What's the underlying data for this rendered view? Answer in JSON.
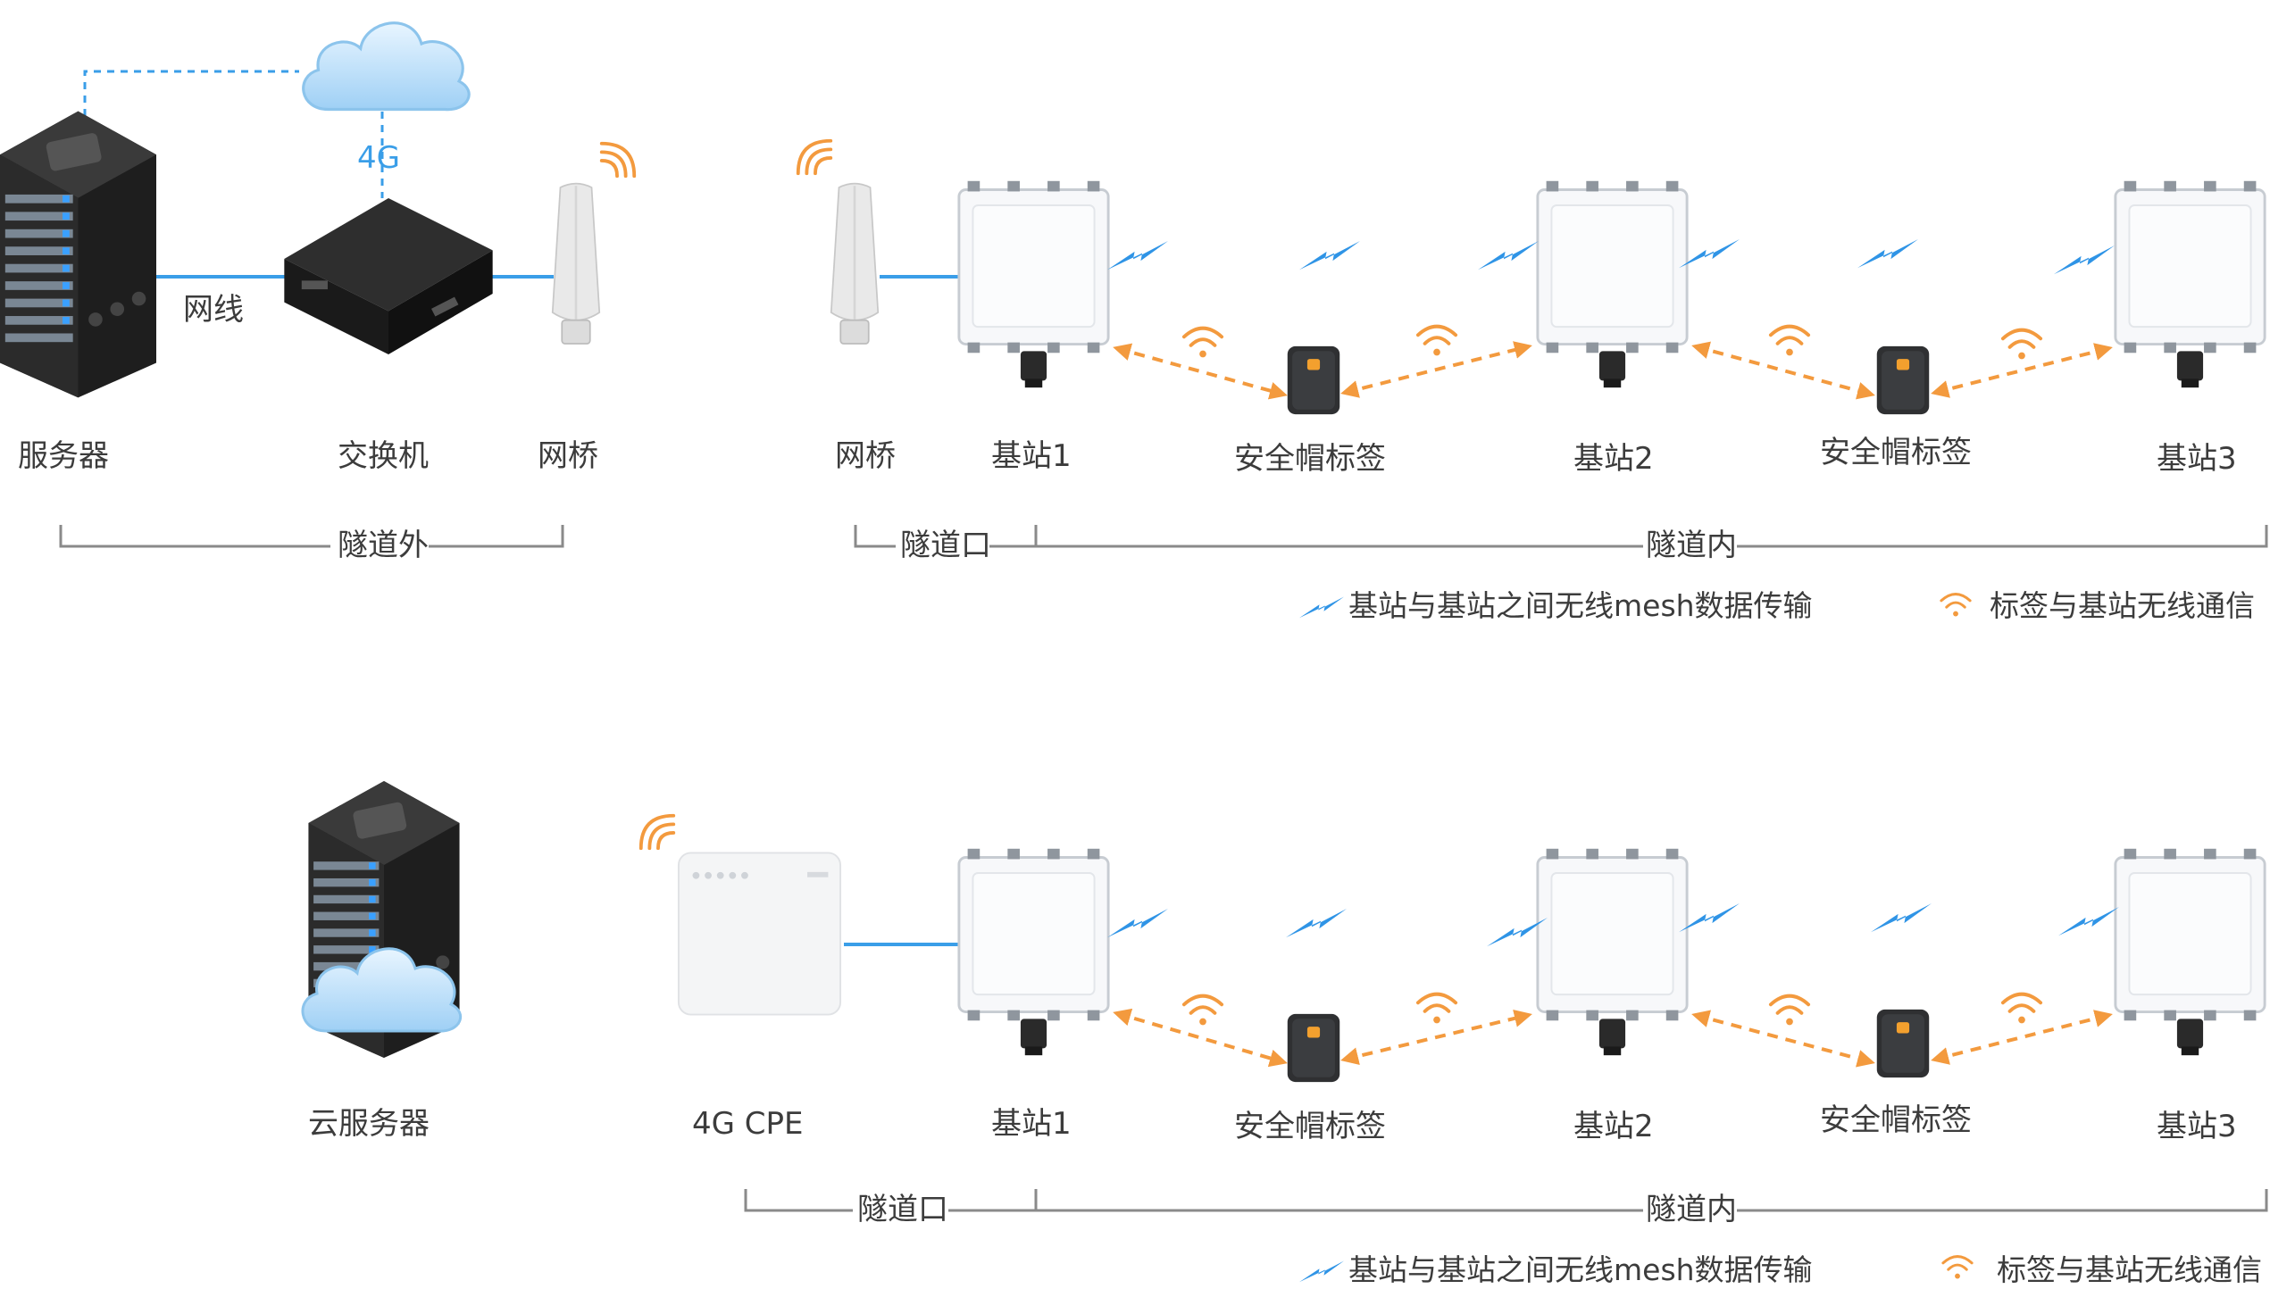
{
  "colors": {
    "wire": "#3a9ee8",
    "link": "#f39a3e",
    "mesh": "#2f94e6",
    "signal": "#f39a3e",
    "text": "#3c3c3c",
    "bracket": "#8a8a8a"
  },
  "top": {
    "server_label": "服务器",
    "switch_label": "交换机",
    "bridge_out_label": "网桥",
    "bridge_in_label": "网桥",
    "cable_label": "网线",
    "uplink_label": "4G",
    "zone_outside": "隧道外",
    "zone_entrance": "隧道口",
    "zone_inside": "隧道内",
    "base1": "基站1",
    "tag1": "安全帽标签",
    "base2": "基站2",
    "tag2": "安全帽标签",
    "base3": "基站3",
    "legend_mesh": "基站与基站之间无线mesh数据传输",
    "legend_tag": "标签与基站无线通信"
  },
  "bottom": {
    "cloud_server_label": "云服务器",
    "cpe_label": "4G CPE",
    "zone_entrance": "隧道口",
    "zone_inside": "隧道内",
    "base1": "基站1",
    "tag1": "安全帽标签",
    "base2": "基站2",
    "tag2": "安全帽标签",
    "base3": "基站3",
    "legend_mesh": "基站与基站之间无线mesh数据传输",
    "legend_tag": "标签与基站无线通信"
  }
}
